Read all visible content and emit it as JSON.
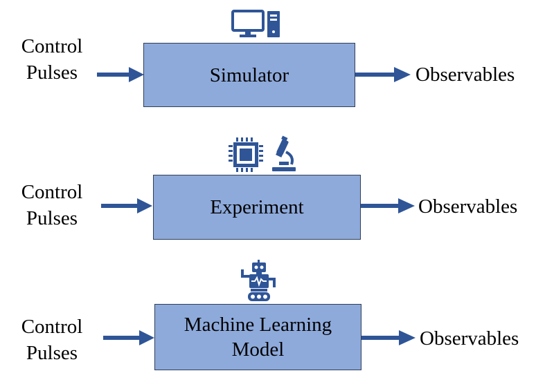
{
  "colors": {
    "block_fill": "#8eaadb",
    "block_border": "#2f3d56",
    "arrow": "#2f5597",
    "icon": "#2f5597"
  },
  "rows": [
    {
      "input": {
        "line1": "Control",
        "line2": "Pulses"
      },
      "block": {
        "line1": "Simulator",
        "line2": ""
      },
      "output": "Observables",
      "icons": [
        "desktop-computer-icon"
      ]
    },
    {
      "input": {
        "line1": "Control",
        "line2": "Pulses"
      },
      "block": {
        "line1": "Experiment",
        "line2": ""
      },
      "output": "Observables",
      "icons": [
        "chip-icon",
        "microscope-icon"
      ]
    },
    {
      "input": {
        "line1": "Control",
        "line2": "Pulses"
      },
      "block": {
        "line1": "Machine Learning",
        "line2": "Model"
      },
      "output": "Observables",
      "icons": [
        "robot-icon"
      ]
    }
  ]
}
